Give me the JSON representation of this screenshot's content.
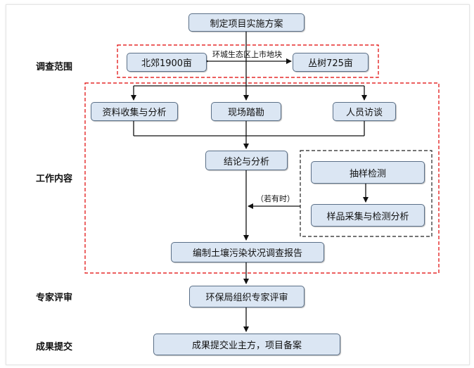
{
  "boxes": {
    "plan": "制定项目实施方案",
    "north": "北郊1900亩",
    "congshu": "丛树725亩",
    "data_collect": "资料收集与分析",
    "site_survey": "现场踏勘",
    "interview": "人员访谈",
    "conclusion": "结论与分析",
    "sampling": "抽样检测",
    "sample_analysis": "样品采集与检测分析",
    "report": "编制土壤污染状况调查报告",
    "review": "环保局组织专家评审",
    "submit": "成果提交业主方，项目备案"
  },
  "notes": {
    "plot_label": "环城生态区上市地块",
    "if_needed": "（若有时）"
  },
  "stages": {
    "survey_scope": "调查范围",
    "work_content": "工作内容",
    "expert_review": "专家评审",
    "submission": "成果提交"
  },
  "colors": {
    "box_fill": "#dbe6f3",
    "box_border": "#5a6f87",
    "dashed_red": "#e00000",
    "dashed_black": "#222222"
  }
}
